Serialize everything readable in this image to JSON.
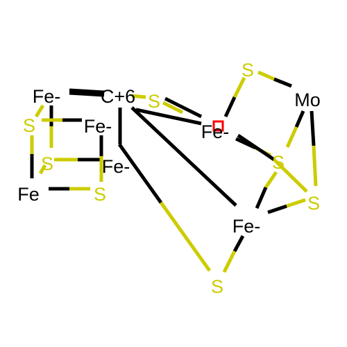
{
  "colors": {
    "carbon_iron": "#000000",
    "sulfur": "#cccc00",
    "radical_marker": "#ff0000",
    "background": "#ffffff"
  },
  "atoms": [
    {
      "id": "fe1",
      "label": "Fe-"
    },
    {
      "id": "c1",
      "label": "C+6"
    },
    {
      "id": "s1",
      "label": "S"
    },
    {
      "id": "s2",
      "label": "S"
    },
    {
      "id": "mo",
      "label": "Mo"
    },
    {
      "id": "fe2",
      "label": "Fe-"
    },
    {
      "id": "s3",
      "label": "S"
    },
    {
      "id": "fe3",
      "label": "Fe-"
    },
    {
      "id": "s4",
      "label": "S"
    },
    {
      "id": "fe4",
      "label": "Fe-"
    },
    {
      "id": "s5",
      "label": "S"
    },
    {
      "id": "s6",
      "label": "S"
    },
    {
      "id": "fe5",
      "label": "Fe"
    },
    {
      "id": "s7",
      "label": "S"
    },
    {
      "id": "fe6",
      "label": "Fe-"
    },
    {
      "id": "s8",
      "label": "S"
    }
  ]
}
